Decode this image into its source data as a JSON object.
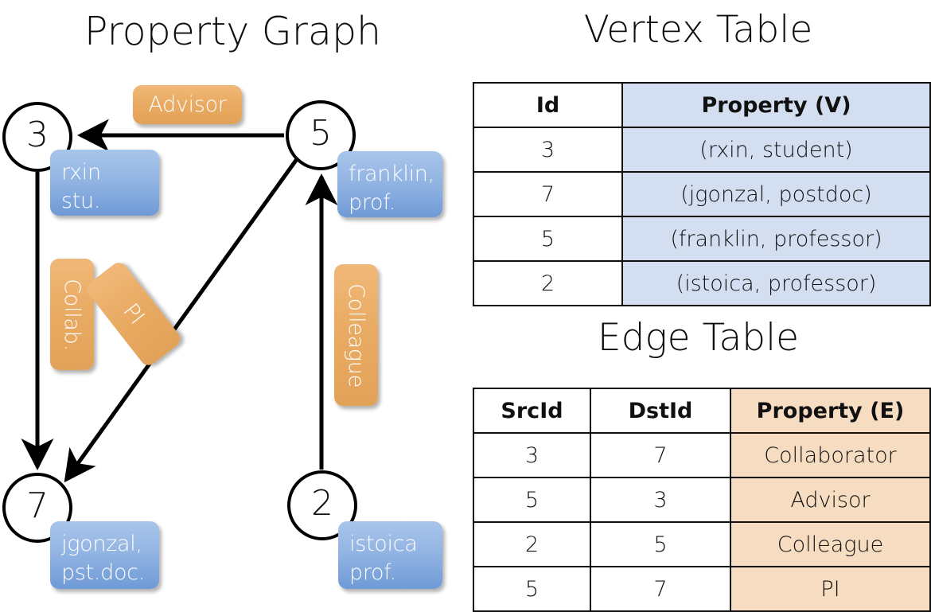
{
  "titles": {
    "property_graph": "Property Graph",
    "vertex_table": "Vertex Table",
    "edge_table": "Edge Table"
  },
  "graph": {
    "nodes": [
      {
        "id": "3",
        "property_lines": [
          "rxin",
          "stu."
        ]
      },
      {
        "id": "5",
        "property_lines": [
          "franklin,",
          "prof."
        ]
      },
      {
        "id": "7",
        "property_lines": [
          "jgonzal,",
          "pst.doc."
        ]
      },
      {
        "id": "2",
        "property_lines": [
          "istoica",
          "prof."
        ]
      }
    ],
    "edge_labels": [
      {
        "name": "advisor",
        "text": "Advisor"
      },
      {
        "name": "collaborator",
        "text": "Collab."
      },
      {
        "name": "pi",
        "text": "PI"
      },
      {
        "name": "colleague",
        "text": "Colleague"
      }
    ],
    "edges": [
      {
        "src": "5",
        "dst": "3",
        "label": "Advisor"
      },
      {
        "src": "3",
        "dst": "7",
        "label": "Collab."
      },
      {
        "src": "5",
        "dst": "7",
        "label": "PI"
      },
      {
        "src": "2",
        "dst": "5",
        "label": "Colleague"
      }
    ]
  },
  "vertex_table": {
    "headers": [
      "Id",
      "Property (V)"
    ],
    "rows": [
      {
        "id": "3",
        "property": "(rxin, student)"
      },
      {
        "id": "7",
        "property": "(jgonzal, postdoc)"
      },
      {
        "id": "5",
        "property": "(franklin, professor)"
      },
      {
        "id": "2",
        "property": "(istoica, professor)"
      }
    ]
  },
  "edge_table": {
    "headers": [
      "SrcId",
      "DstId",
      "Property (E)"
    ],
    "rows": [
      {
        "src": "3",
        "dst": "7",
        "property": "Collaborator"
      },
      {
        "src": "5",
        "dst": "3",
        "property": "Advisor"
      },
      {
        "src": "2",
        "dst": "5",
        "property": "Colleague"
      },
      {
        "src": "5",
        "dst": "7",
        "property": "PI"
      }
    ]
  },
  "colors": {
    "vertex_property_fill": "#d3dff1",
    "edge_property_fill": "#f6dcc0",
    "node_box_blue": "#8cb0e0",
    "edge_label_orange": "#e8a960",
    "stroke": "#111111"
  }
}
